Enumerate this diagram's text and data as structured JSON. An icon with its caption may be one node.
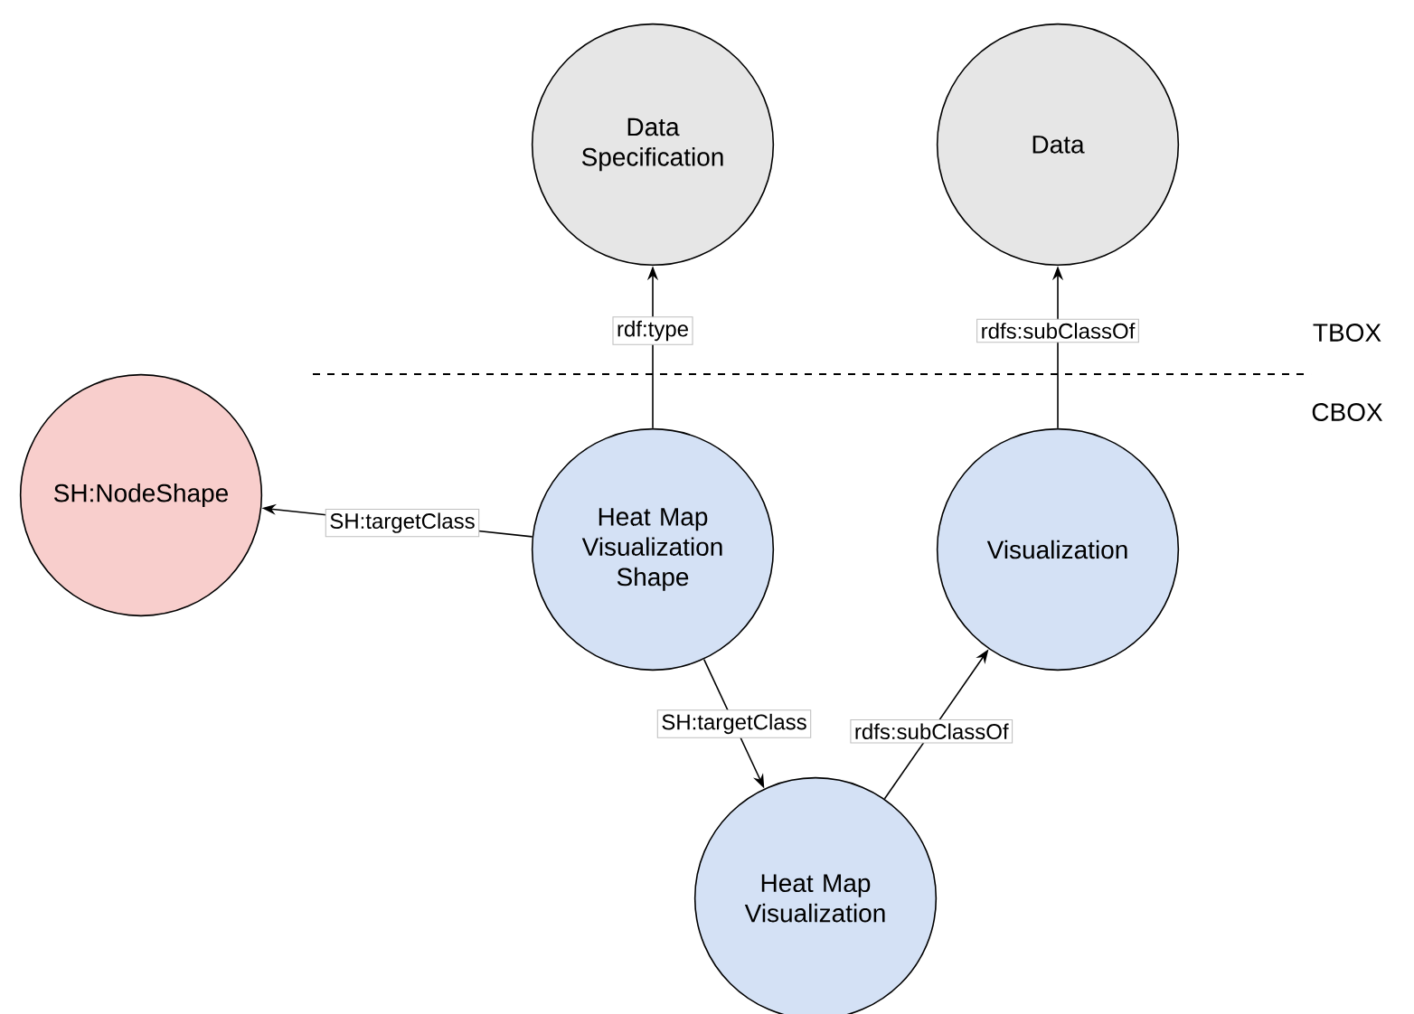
{
  "diagram": {
    "nodes": [
      {
        "text": [
          "Data Specification"
        ]
      },
      {
        "text": [
          "Data"
        ]
      },
      {
        "text": [
          "SH:NodeShape"
        ]
      },
      {
        "text": [
          "Heat Map Visualization Shape"
        ]
      },
      {
        "text": [
          "Visualization"
        ]
      },
      {
        "text": [
          "Heat Map Visualization"
        ]
      }
    ],
    "edges": [
      {
        "from": 3,
        "to": 0,
        "arrow": "to",
        "label": "rdf:type"
      },
      {
        "from": 4,
        "to": 1,
        "arrow": "to",
        "label": "rdfs:subClassOf"
      },
      {
        "from": 3,
        "to": 2,
        "arrow": "to",
        "label": "SH:targetClass"
      },
      {
        "from": 3,
        "to": 5,
        "arrow": "to",
        "label": "SH:targetClass"
      },
      {
        "from": 5,
        "to": 4,
        "arrow": "to",
        "label": "rdfs:subClassOf"
      }
    ],
    "labels": [
      "TBOX",
      "CBOX"
    ]
  }
}
